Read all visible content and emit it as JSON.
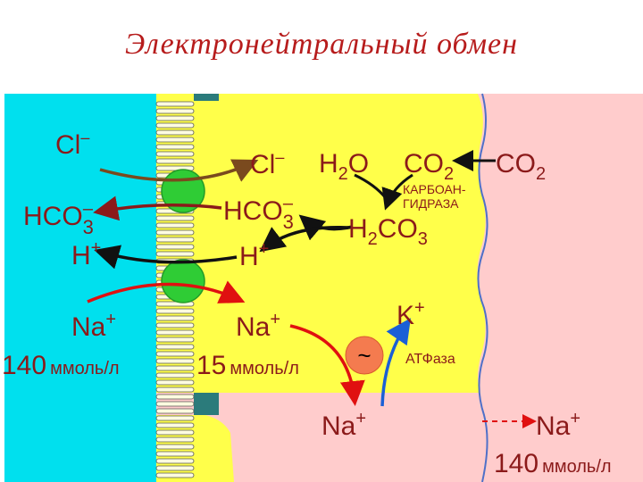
{
  "title": "Электронейтральный обмен",
  "colors": {
    "lumen": "#00e0ee",
    "cell": "#ffff4a",
    "interstitium": "#ffcccc",
    "channel": "#2fcc35",
    "junction": "#2b7b7b",
    "arrow_brown": "#7a4a1e",
    "arrow_dark_red": "#8b1a1a",
    "arrow_black": "#111111",
    "arrow_red": "#e01010",
    "arrow_blue": "#1a5fd6",
    "pump": "#f47b4f",
    "membrane_blue": "#4f70c8"
  },
  "lumen": {
    "cl": "Cl",
    "cl_charge": "–",
    "hco3": "HCO",
    "hco3_sub": "3",
    "hco3_charge": "–",
    "h": "H",
    "h_charge": "+",
    "na": "Na",
    "na_charge": "+",
    "na_conc_value": "140",
    "na_conc_unit": "ммоль/л"
  },
  "cell": {
    "cl": "Cl",
    "cl_charge": "–",
    "hco3": "HCO",
    "hco3_sub": "3",
    "hco3_charge": "–",
    "h": "H",
    "h_charge": "+",
    "na": "Na",
    "na_charge": "+",
    "na_conc_value": "15",
    "na_conc_unit": "ммоль/л",
    "h2o": "H",
    "h2o_sub": "2",
    "h2o_tail": "O",
    "co2": "CO",
    "co2_sub": "2",
    "h2co3_a": "H",
    "h2co3_sub1": "2",
    "h2co3_b": "CO",
    "h2co3_sub2": "3",
    "enzyme_line1": "КАРБОАН-",
    "enzyme_line2": "ГИДРАЗА",
    "k": "K",
    "k_charge": "+",
    "pump_symbol": "~",
    "atpase": "АТФаза"
  },
  "interstitial": {
    "co2": "CO",
    "co2_sub": "2",
    "na_out": "Na",
    "na_out_charge": "+",
    "na": "Na",
    "na_charge": "+",
    "na_conc_value": "140",
    "na_conc_unit": "ммоль/л"
  }
}
